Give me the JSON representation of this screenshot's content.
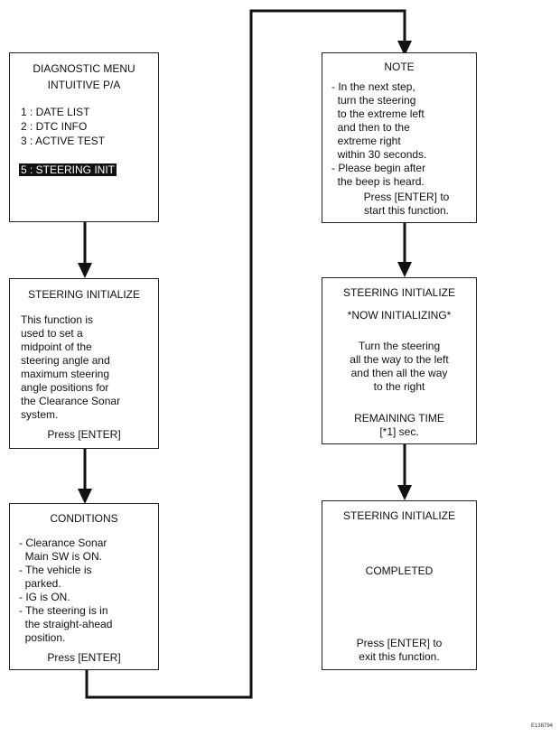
{
  "menu_box": {
    "title1": "DIAGNOSTIC MENU",
    "title2": "INTUITIVE P/A",
    "items": [
      "1 : DATE LIST",
      "2 : DTC INFO",
      "3 : ACTIVE TEST"
    ],
    "selected": "5 : STEERING INIT"
  },
  "init_box": {
    "title": "STEERING INITIALIZE",
    "body": [
      "This function is",
      "used to set a",
      "midpoint of the",
      "steering angle and",
      "maximum steering",
      "angle positions for",
      "the Clearance Sonar",
      "system."
    ],
    "footer": "Press [ENTER]"
  },
  "conditions_box": {
    "title": "CONDITIONS",
    "body": [
      "- Clearance Sonar",
      "  Main SW is ON.",
      "- The vehicle is",
      "  parked.",
      "- IG is ON.",
      "- The steering is in",
      "  the straight-ahead",
      "  position."
    ],
    "footer": "Press [ENTER]"
  },
  "note_box": {
    "title": "NOTE",
    "body": [
      "- In the next step,",
      "  turn the steering",
      "  to the extreme left",
      "  and then to the",
      "  extreme right",
      "  within 30 seconds.",
      "- Please begin after",
      "  the beep is heard."
    ],
    "footer1": "Press [ENTER] to",
    "footer2": "start this function."
  },
  "initializing_box": {
    "title": "STEERING INITIALIZE",
    "status": "*NOW INITIALIZING*",
    "body": [
      "Turn the steering",
      "all the way to the left",
      "and then all the way",
      "to the right"
    ],
    "remaining_label": "REMAINING TIME",
    "remaining_value": "[*1] sec."
  },
  "completed_box": {
    "title": "STEERING INITIALIZE",
    "status": "COMPLETED",
    "footer1": "Press [ENTER] to",
    "footer2": "exit this function."
  },
  "figure_id": "E138794"
}
